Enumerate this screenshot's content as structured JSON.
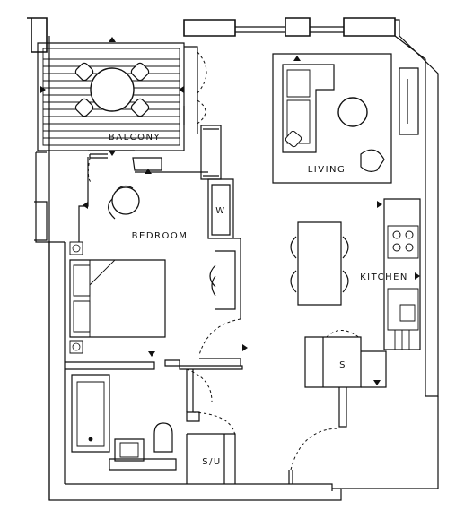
{
  "colors": {
    "line": "#111111",
    "background": "#ffffff"
  },
  "rooms": {
    "balcony": "BALCONY",
    "living": "LIVING",
    "bedroom": "BEDROOM",
    "kitchen": "KITCHEN",
    "wardrobe": "W",
    "store": "S",
    "storage_utility": "S/U"
  },
  "icons": [
    "north-arrow-icon",
    "door-swing-icon",
    "dining-table-icon",
    "sofa-icon",
    "bed-icon",
    "bath-icon",
    "toilet-icon",
    "basin-icon",
    "hob-icon",
    "sink-icon"
  ]
}
